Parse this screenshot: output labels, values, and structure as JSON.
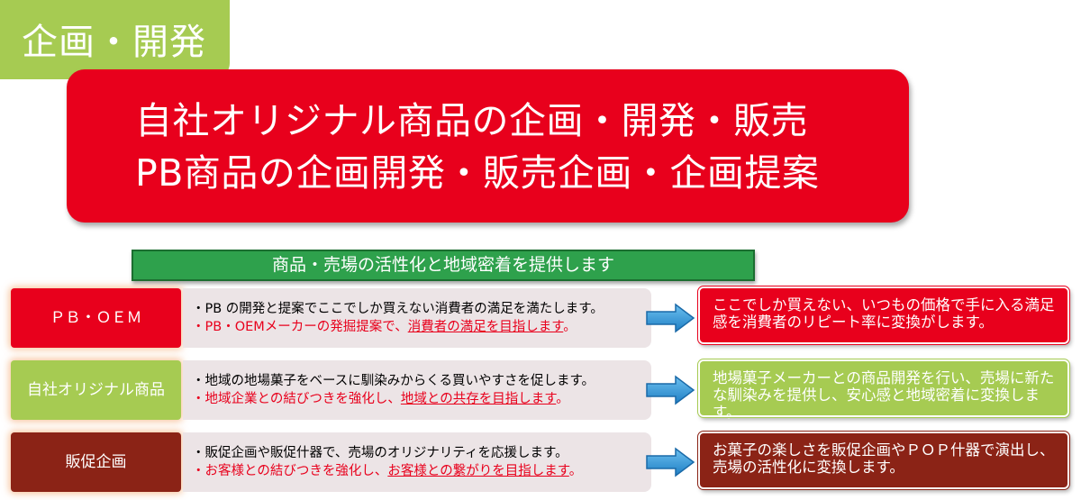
{
  "badge": {
    "label": "企画・開発"
  },
  "headline": {
    "line1": "自社オリジナル商品の企画・開発・販売",
    "line2": "PB商品の企画開発・販売企画・企画提案"
  },
  "section": {
    "title": "商品・売場の活性化と地域密着を提供します"
  },
  "colors": {
    "red": "#e8001c",
    "green": "#a6cb52",
    "dark_green": "#2ea14c",
    "brown": "#8b2316",
    "panel": "#ece4e6",
    "arrow": "#2e8fd0"
  },
  "rows": [
    {
      "label": "ＰＢ・ＯＥＭ",
      "line1": "・PB の開発と提案でここでしか買えない消費者の満足を満たします。",
      "line2_prefix": "・PB・OEMメーカーの発掘提案で、",
      "line2_underlined": "消費者の満足を目指します",
      "line2_suffix": "。",
      "result": "ここでしか買えない、いつもの価格で手に入る満足感を消費者のリピート率に変換がします。"
    },
    {
      "label": "自社オリジナル商品",
      "line1": "・地域の地場菓子をベースに馴染みからくる買いやすさを促します。",
      "line2_prefix": "・地域企業との結びつきを強化し、",
      "line2_underlined": "地域との共存を目指します",
      "line2_suffix": "。",
      "result": "地場菓子メーカーとの商品開発を行い、売場に新たな馴染みを提供し、安心感と地域密着に変換します。"
    },
    {
      "label": "販促企画",
      "line1": "・販促企画や販促什器で、売場のオリジナリティを応援します。",
      "line2_prefix": "・お客様との結びつきを強化し、",
      "line2_underlined": "お客様との繋がりを目指します",
      "line2_suffix": "。",
      "result": "お菓子の楽しさを販促企画やＰＯＰ什器で演出し、売場の活性化に変換します。"
    }
  ]
}
